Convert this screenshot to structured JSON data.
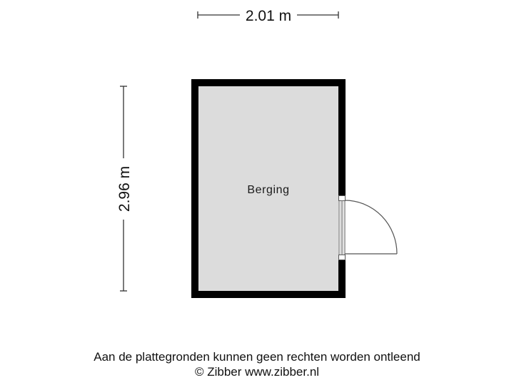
{
  "plan": {
    "room": {
      "name": "Berging",
      "fill_color": "#dcdcdc",
      "wall_color": "#000000"
    },
    "dimensions": {
      "width_label": "2.01 m",
      "height_label": "2.96 m"
    },
    "door": {
      "side": "right",
      "swing": "outward"
    }
  },
  "footer": {
    "disclaimer": "Aan de plattegronden kunnen geen rechten worden ontleend",
    "copyright": "© Zibber www.zibber.nl"
  }
}
